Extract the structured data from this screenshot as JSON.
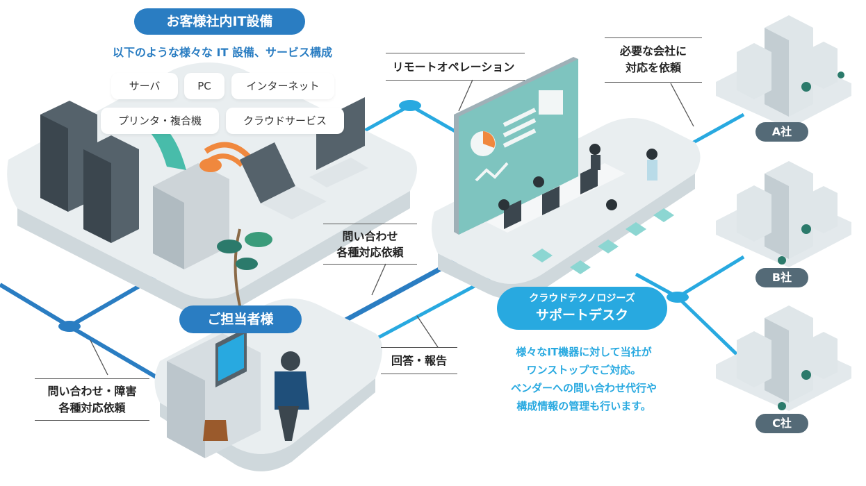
{
  "customer_it": {
    "title": "お客様社内IT設備",
    "subtitle": "以下のような様々な IT 設備、サービス構成",
    "tags": [
      "サーバ",
      "PC",
      "インターネット",
      "プリンタ・複合機",
      "クラウドサービス"
    ]
  },
  "person_in_charge": {
    "title": "ご担当者様"
  },
  "captions": {
    "remote_operation": "リモートオペレーション",
    "request_company": [
      "必要な会社に",
      "対応を依頼"
    ],
    "inquiry_center": [
      "問い合わせ",
      "各種対応依頼"
    ],
    "inquiry_left": [
      "問い合わせ・障害",
      "各種対応依頼"
    ],
    "reply_report": "回答・報告"
  },
  "support_desk": {
    "line1": "クラウドテクノロジーズ",
    "line2": "サポートデスク",
    "description": [
      "様々なIT機器に対して当社が",
      "ワンストップでご対応。",
      "ベンダーへの問い合わせ代行や",
      "構成情報の管理も行います。"
    ]
  },
  "companies": [
    "A社",
    "B社",
    "C社"
  ],
  "colors": {
    "brand_blue": "#2a7dc2",
    "cyan": "#28a9e0",
    "company_badge": "#546a77"
  }
}
